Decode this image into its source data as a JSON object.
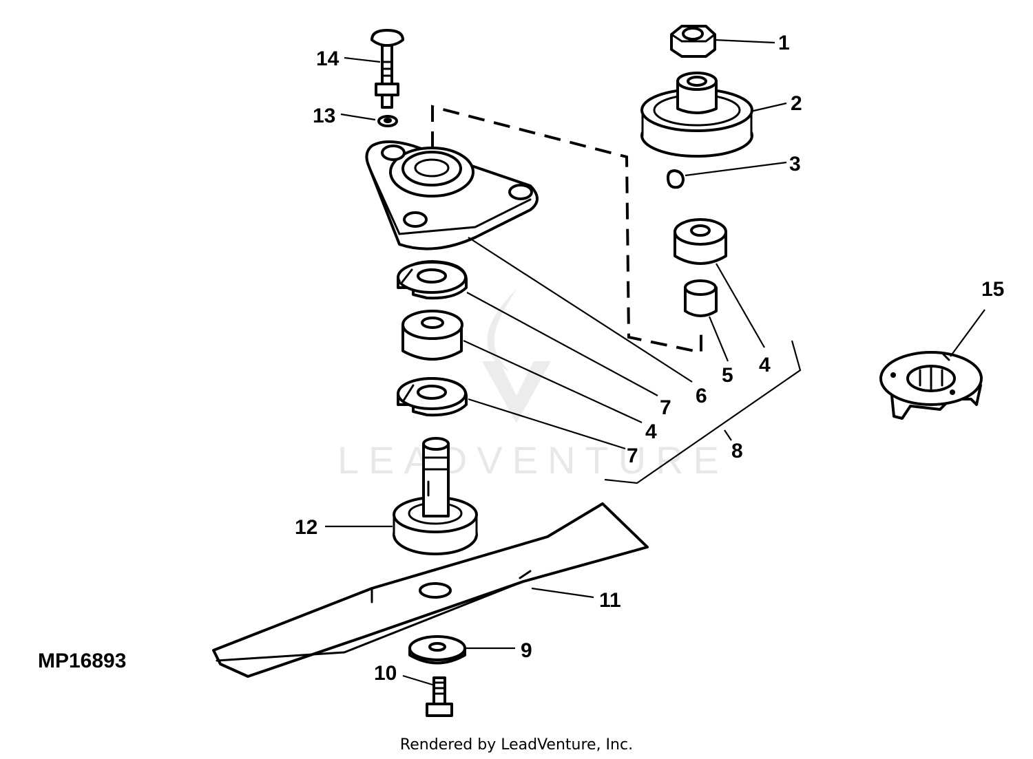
{
  "diagram": {
    "drawing_code": "MP16893",
    "watermark": "LEADVENTURE",
    "callouts": {
      "c1": "1",
      "c2": "2",
      "c3": "3",
      "c4a": "4",
      "c5": "5",
      "c6": "6",
      "c7a": "7",
      "c4b": "4",
      "c7b": "7",
      "c8": "8",
      "c9": "9",
      "c10": "10",
      "c11": "11",
      "c12": "12",
      "c13": "13",
      "c14": "14",
      "c15": "15"
    }
  },
  "footer": {
    "text": "Rendered by LeadVenture, Inc."
  },
  "colors": {
    "line": "#000000",
    "background": "#ffffff",
    "watermark": "#e8e8e8"
  }
}
